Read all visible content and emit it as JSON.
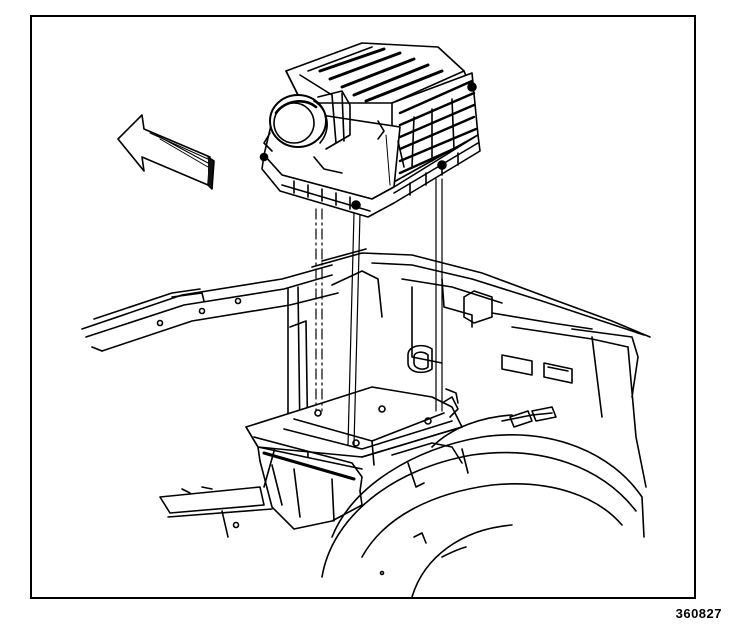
{
  "figure": {
    "number": "360827"
  },
  "parts": [
    {
      "id": "air-cleaner-assembly"
    },
    {
      "id": "mounting-tray"
    },
    {
      "id": "fender-well"
    },
    {
      "id": "forward-direction-arrow"
    }
  ],
  "colors": {
    "line": "#000000",
    "background": "#ffffff"
  }
}
